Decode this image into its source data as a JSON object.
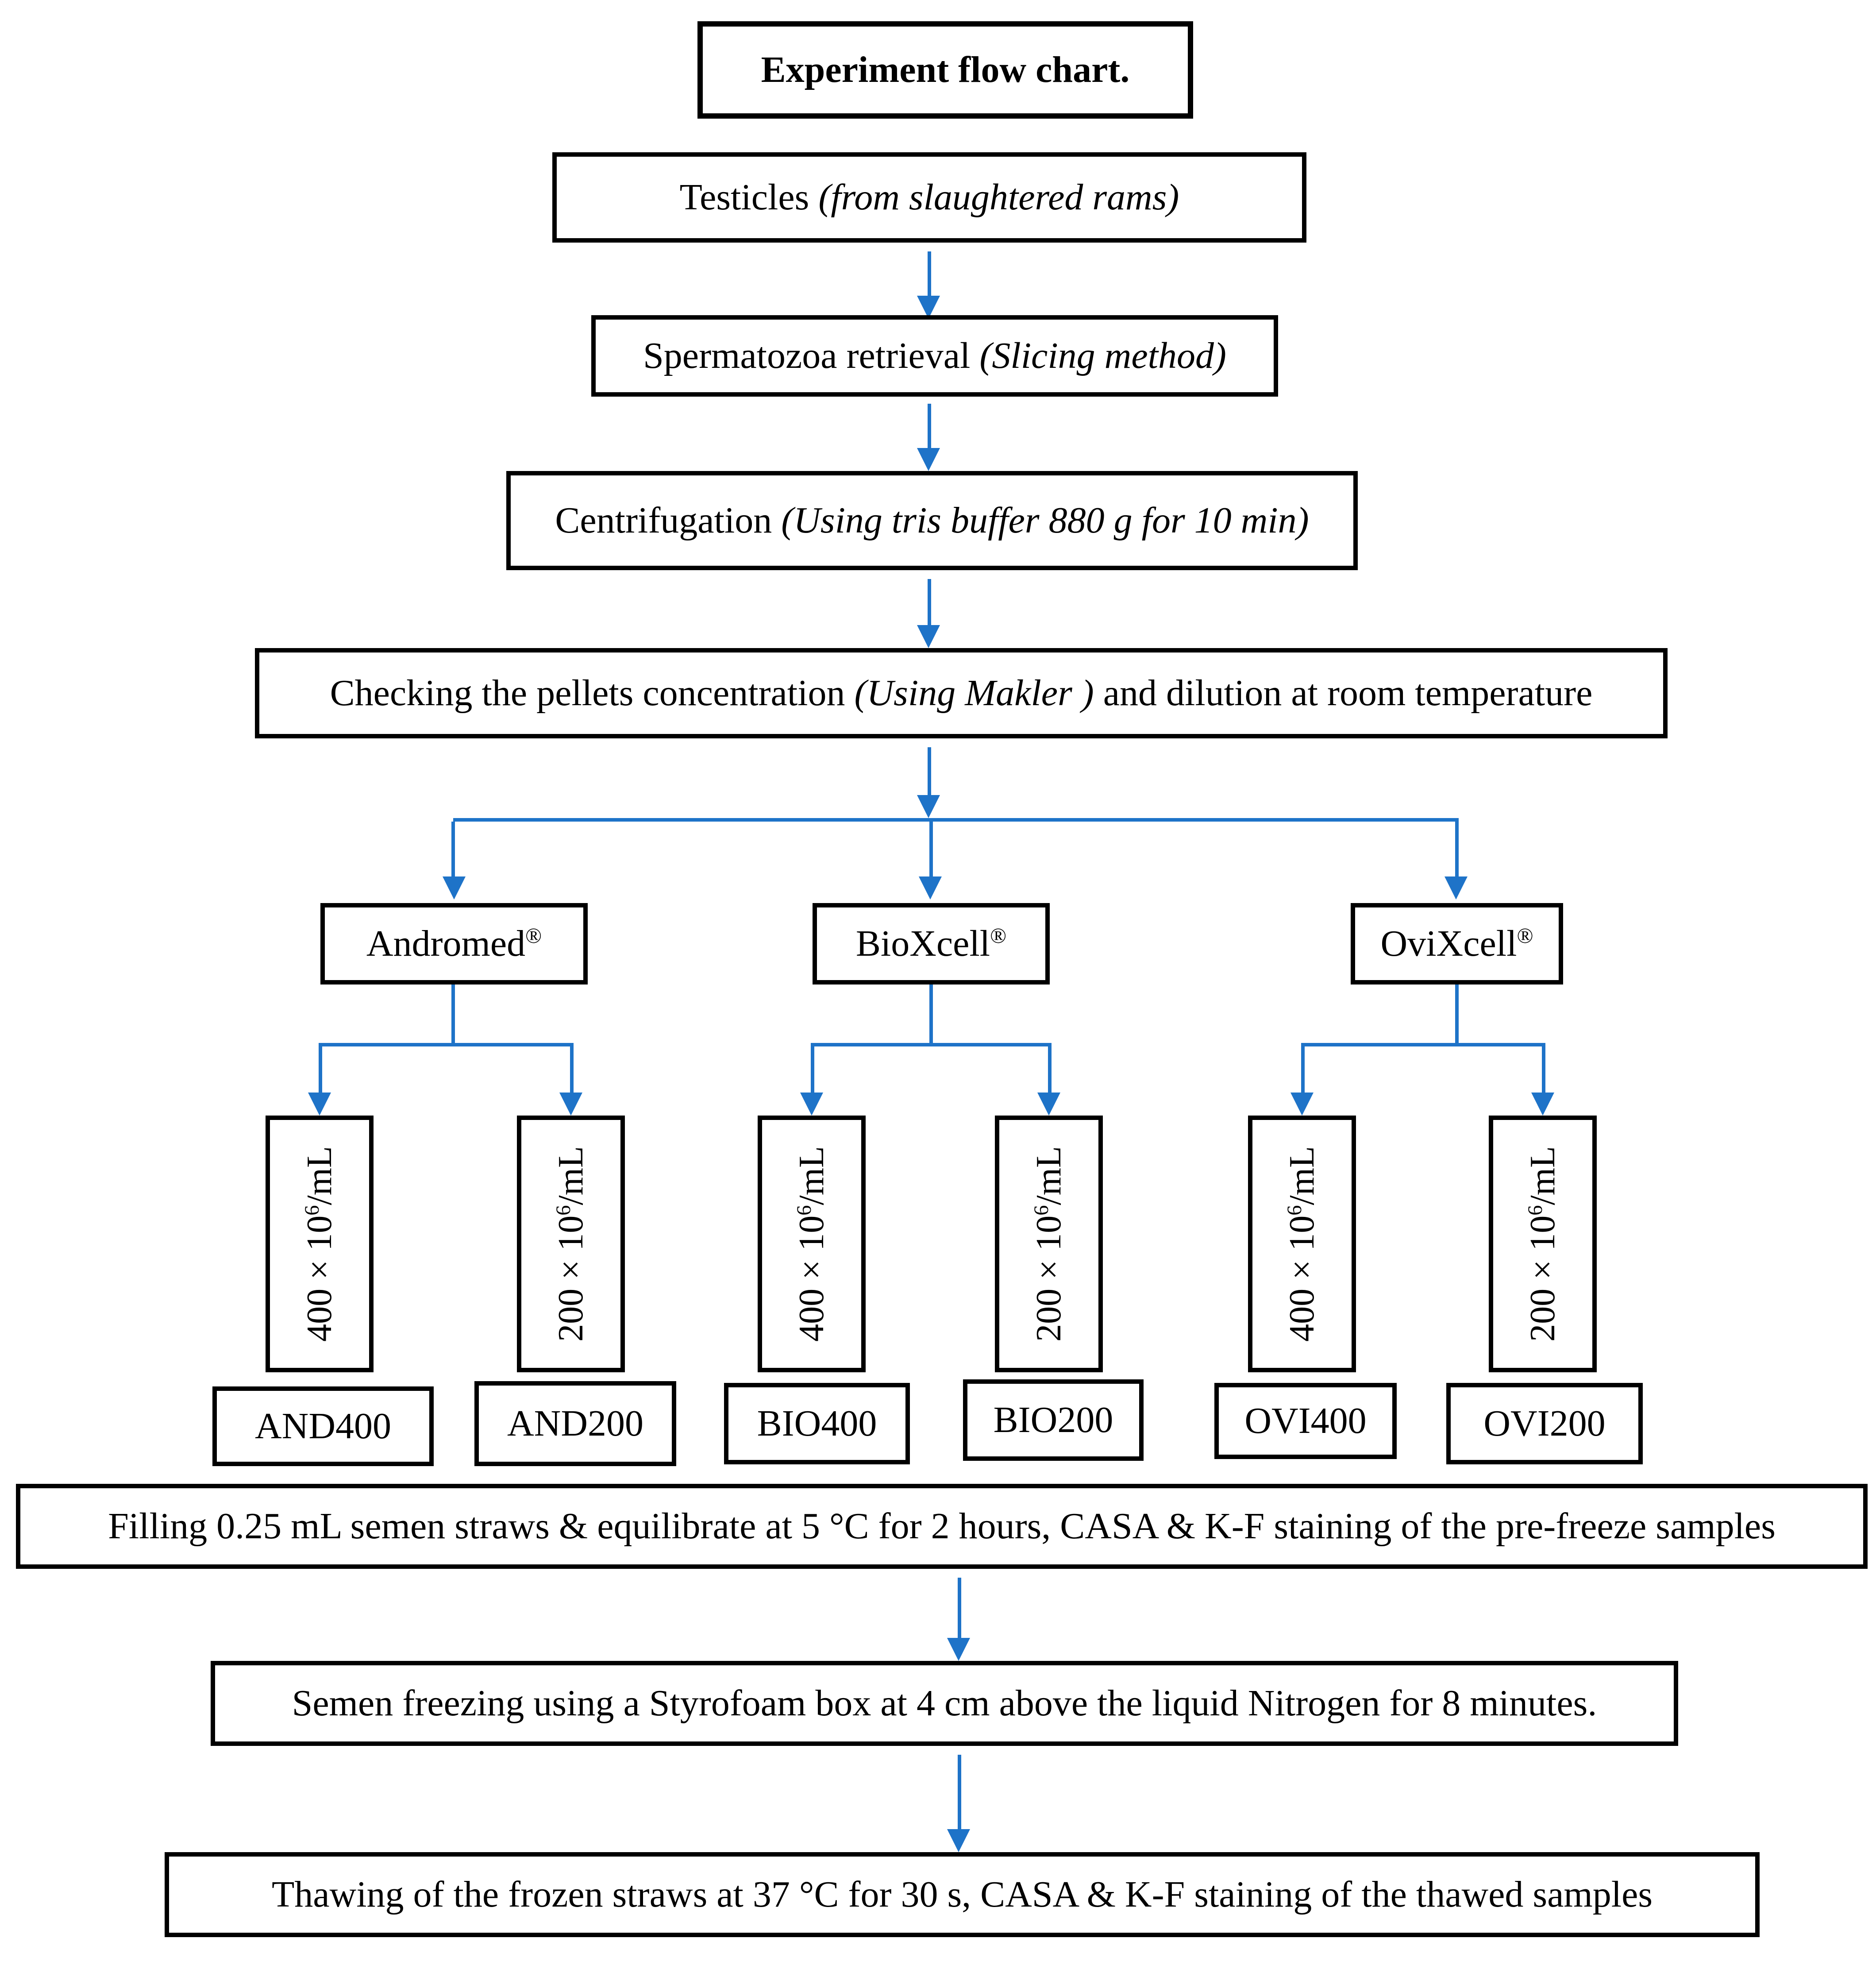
{
  "figure": {
    "background": "#FFFFFF",
    "border_color": "#000000",
    "arrow_color": "#1E73C8",
    "title": "Experiment flow chart.",
    "steps": {
      "testicles": {
        "text": "Testicles ",
        "note": "(from slaughtered rams)"
      },
      "retrieval": {
        "text": "Spermatozoa retrieval ",
        "note": "(Slicing method)"
      },
      "centrifugation": {
        "text": "Centrifugation ",
        "note": "(Using tris buffer 880 g for 10 min)"
      },
      "checking": {
        "text": "Checking the pellets concentration ",
        "note": "(Using Makler )",
        "text_after": " and dilution at room temperature"
      },
      "filling": "Filling 0.25 mL semen straws & equilibrate at 5 °C for 2 hours, CASA & K-F staining of the pre-freeze samples",
      "freezing": "Semen freezing using a Styrofoam box at 4 cm above the liquid Nitrogen for 8 minutes.",
      "thawing": "Thawing of the frozen straws at 37 °C for 30 s, CASA & K-F staining of the thawed samples"
    },
    "extenders": [
      {
        "name": "Andromed",
        "reg": "®"
      },
      {
        "name": "BioXcell",
        "reg": "®"
      },
      {
        "name": "OviXcell",
        "reg": "®"
      }
    ],
    "concentrations": [
      {
        "base": "400 × 10",
        "exp": "6",
        "unit": "/mL"
      },
      {
        "base": "200 × 10",
        "exp": "6",
        "unit": "/mL"
      },
      {
        "base": "400 × 10",
        "exp": "6",
        "unit": "/mL"
      },
      {
        "base": "200 × 10",
        "exp": "6",
        "unit": "/mL"
      },
      {
        "base": "400 × 10",
        "exp": "6",
        "unit": "/mL"
      },
      {
        "base": "200 × 10",
        "exp": "6",
        "unit": "/mL"
      }
    ],
    "sample_labels": [
      "AND400",
      "AND200",
      "BIO400",
      "BIO200",
      "OVI400",
      "OVI200"
    ]
  }
}
